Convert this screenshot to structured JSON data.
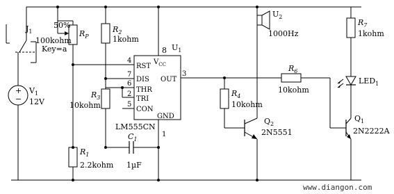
{
  "labels": {
    "j1": "J",
    "j1_sub": "1",
    "rp_pct": "50%",
    "rp_value": "100kohm",
    "rp_key": "Key=a",
    "rp": "R",
    "rp_sub": "P",
    "r2": "R",
    "r2_sub": "2",
    "r2_value": "1kohm",
    "u1": "U",
    "u1_sub": "1",
    "pin8": "8",
    "pin4": "4",
    "pin7": "7",
    "pin6": "6",
    "pin2": "2",
    "pin5": "5",
    "pin3": "3",
    "pin1": "1",
    "rst": "RST",
    "vcc": "V",
    "vcc_sub": "CC",
    "dis": "DIS",
    "thr": "THR",
    "tri": "TRI",
    "con": "CON",
    "gnd": "GND",
    "out": "OUT",
    "chip": "LM555CN",
    "r3": "R",
    "r3_sub": "3",
    "r3_value": "10kohm",
    "v1": "V",
    "v1_sub": "1",
    "v1_value": "12V",
    "r1": "R",
    "r1_sub": "1",
    "r1_value": "2.2kohm",
    "c1": "C",
    "c1_sub": "1",
    "c1_value": "1µF",
    "u2": "U",
    "u2_sub": "2",
    "u2_value": "1000Hz",
    "r4": "R",
    "r4_sub": "4",
    "r4_value": "10kohm",
    "r6": "R",
    "r6_sub": "6",
    "r6_value": "10kohm",
    "q2": "Q",
    "q2_sub": "2",
    "q2_value": "2N5551",
    "r7": "R",
    "r7_sub": "7",
    "r7_value": "1kohm",
    "led": "LED",
    "led_sub": "1",
    "q1": "Q",
    "q1_sub": "1",
    "q1_value": "2N2222A",
    "watermark": "www.diangon.com"
  }
}
